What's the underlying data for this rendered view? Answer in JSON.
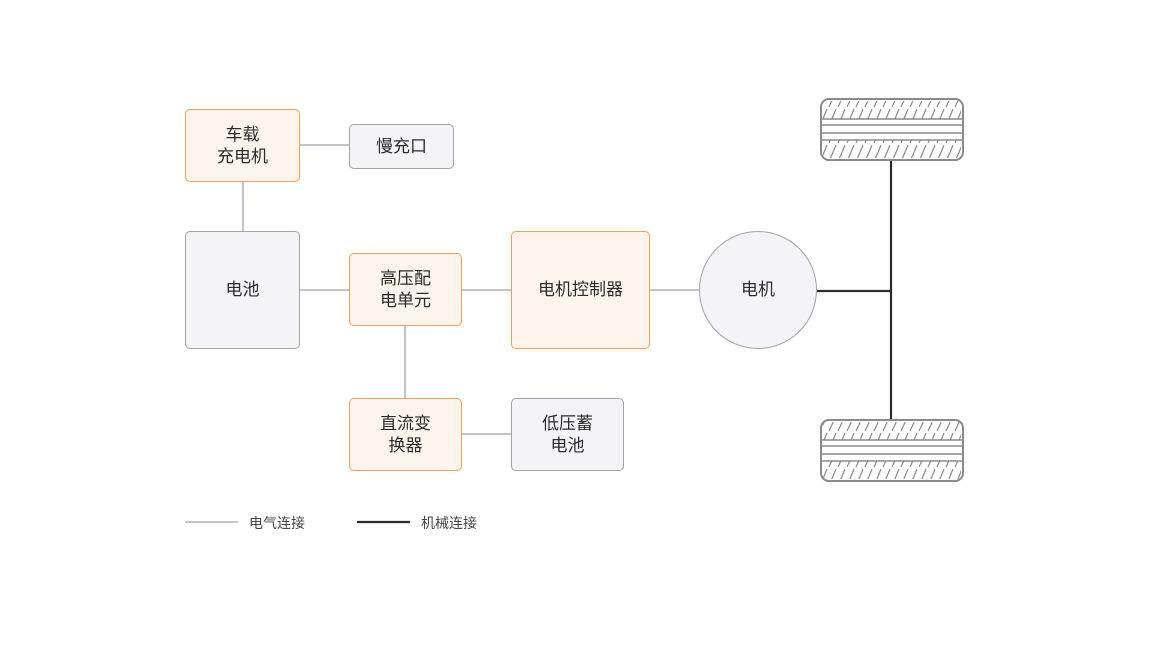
{
  "nodes": {
    "onboard_charger": "车载\n充电机",
    "slow_charge_port": "慢充口",
    "battery": "电池",
    "pdu": "高压配\n电单元",
    "motor_controller": "电机控制器",
    "motor": "电机",
    "dcdc": "直流变\n换器",
    "lv_battery": "低压蓄\n电池"
  },
  "legend": {
    "electrical": "电气连接",
    "mechanical": "机械连接"
  },
  "colors": {
    "orange_border": "#f0a050",
    "orange_fill": "#fdf4ec",
    "grey_border": "#9fa2b0",
    "grey_fill": "#f4f4f7",
    "electrical_line": "#9fa2b0",
    "mechanical_line": "#2b2b2b"
  }
}
